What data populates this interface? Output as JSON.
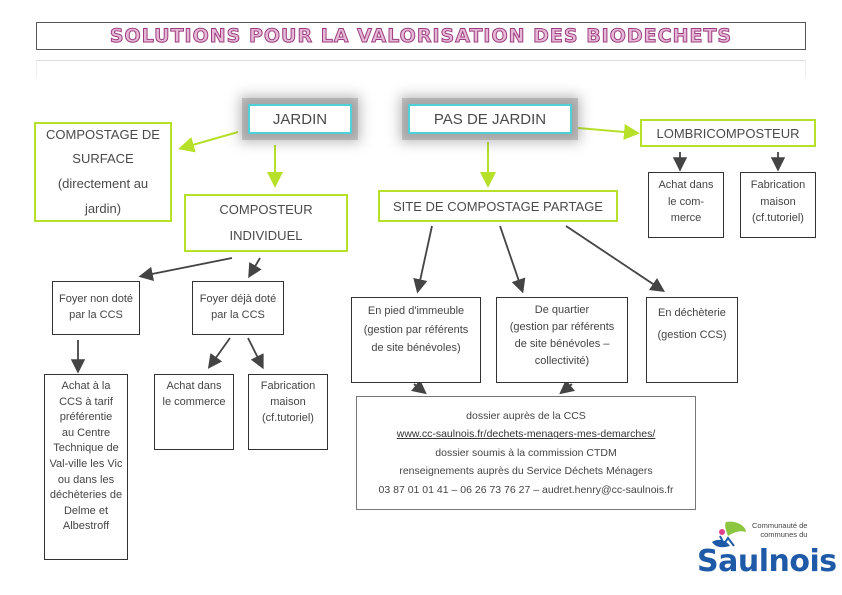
{
  "title": "SOLUTIONS POUR LA VALORISATION DES BIODECHETS",
  "nodes": {
    "jardin": "JARDIN",
    "pas_de_jardin": "PAS DE JARDIN",
    "compostage_surface": [
      "COMPOSTAGE DE",
      "SURFACE",
      "(directement au",
      "jardin)"
    ],
    "composteur_individuel": [
      "COMPOSTEUR",
      "INDIVIDUEL"
    ],
    "site_partage": "SITE DE COMPOSTAGE PARTAGE",
    "lombricomposteur": "LOMBRICOMPOSTEUR",
    "foyer_non_dote": [
      "Foyer non doté",
      "par la CCS"
    ],
    "foyer_deja_dote": [
      "Foyer déjà doté",
      "par la CCS"
    ],
    "achat_tarif": [
      "Achat à la",
      "CCS à tarif",
      "préférentie",
      "au Centre",
      "Technique de",
      "Val-ville les Vic",
      "ou dans les",
      "déchèteries de",
      "Delme et",
      "Albestroff"
    ],
    "achat_commerce": [
      "Achat dans",
      "le commerce"
    ],
    "fabrication_maison": [
      "Fabrication",
      "maison",
      "(cf.tutoriel)"
    ],
    "pied_immeuble": [
      "En pied d'immeuble",
      "(gestion par référents",
      "de site bénévoles)"
    ],
    "de_quartier": [
      "De quartier",
      "(gestion par référents",
      "de site bénévoles –",
      "collectivité)"
    ],
    "en_decheterie": [
      "En déchèterie",
      "(gestion CCS)"
    ],
    "lombri_achat": [
      "Achat dans",
      "le com-",
      "merce"
    ],
    "lombri_fabrication": [
      "Fabrication",
      "maison",
      "(cf.tutoriel)"
    ]
  },
  "info": {
    "line1": "dossier auprès de la CCS",
    "link": "www.cc-saulnois.fr/dechets-menagers-mes-demarches/",
    "line2": "dossier soumis à la commission CTDM",
    "line3": "renseignements auprès du Service Déchets Ménagers",
    "line4": "03 87 01 01 41 – 06 26 73 76 27 – audret.henry@cc-saulnois.fr"
  },
  "logo": {
    "community": [
      "Communauté de",
      "communes du"
    ],
    "name": "Saulnois"
  },
  "colors": {
    "green": "#b6e02a",
    "cyan": "#4fcfd8",
    "title_fill": "#e6b8d6",
    "title_stroke": "#9c3d7f",
    "logo_blue": "#1e5aa8",
    "logo_green": "#8cc63f"
  }
}
